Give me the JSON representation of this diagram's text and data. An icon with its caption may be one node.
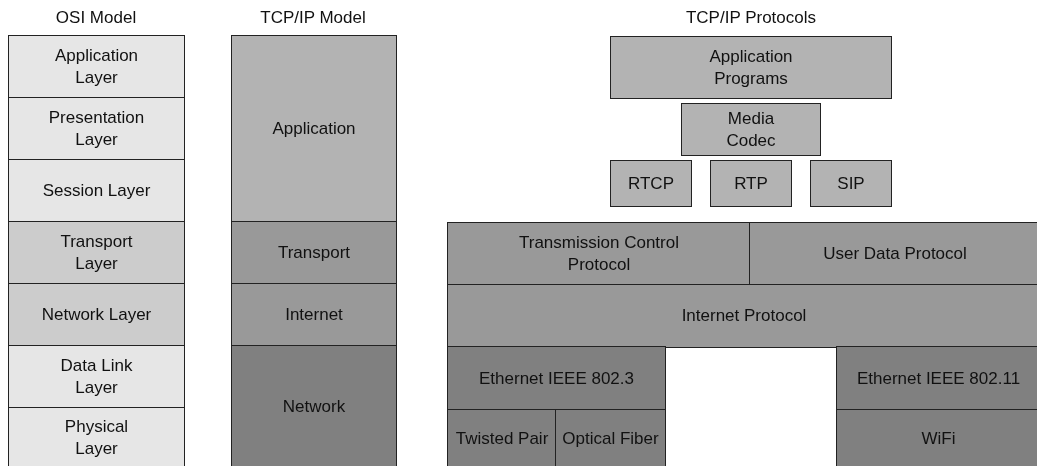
{
  "diagram": {
    "nodes": [
      {
        "text": [
          "Application Layer"
        ]
      },
      {
        "text": [
          "Presentation Layer"
        ]
      },
      {
        "text": [
          "Session Layer"
        ]
      },
      {
        "text": [
          "Transport Layer"
        ]
      },
      {
        "text": [
          "Network Layer"
        ]
      },
      {
        "text": [
          "Data Link Layer"
        ]
      },
      {
        "text": [
          "Physical Layer"
        ]
      },
      {
        "text": [
          "Application"
        ]
      },
      {
        "text": [
          "Transport"
        ]
      },
      {
        "text": [
          "Internet"
        ]
      },
      {
        "text": [
          "Network"
        ]
      },
      {
        "text": [
          "Application Programs"
        ]
      },
      {
        "text": [
          "Media Codec"
        ]
      },
      {
        "text": [
          "RTCP"
        ]
      },
      {
        "text": [
          "RTP"
        ]
      },
      {
        "text": [
          "SIP"
        ]
      },
      {
        "text": [
          "Transmission Control Protocol"
        ]
      },
      {
        "text": [
          "User Data Protocol"
        ]
      },
      {
        "text": [
          "Internet Protocol"
        ]
      },
      {
        "text": [
          "Ethernet IEEE 802.3"
        ]
      },
      {
        "text": [
          "Ethernet IEEE 802.11"
        ]
      },
      {
        "text": [
          "Twisted Pair"
        ]
      },
      {
        "text": [
          "Optical Fiber"
        ]
      },
      {
        "text": [
          "WiFi"
        ]
      }
    ],
    "labels": [
      "OSI Model",
      "TCP/IP Model",
      "TCP/IP Protocols"
    ]
  }
}
